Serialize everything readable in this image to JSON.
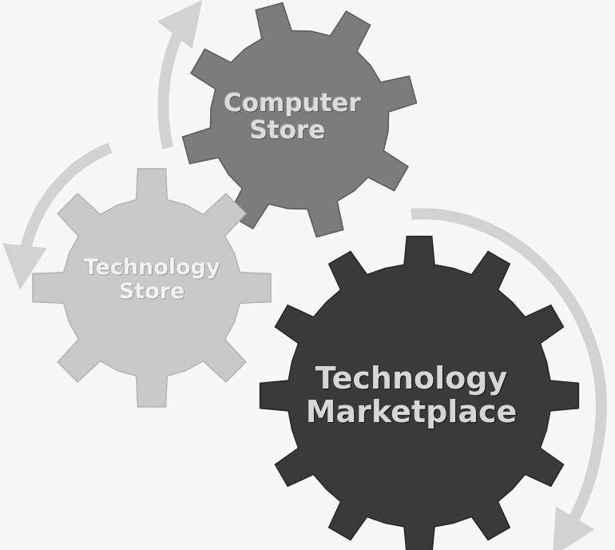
{
  "gears": [
    {
      "id": "computer-store",
      "lines": [
        "Computer",
        "Store"
      ],
      "fill": "#7c7c7c",
      "edge": "#5a5a5a"
    },
    {
      "id": "technology-store",
      "lines": [
        "Technology",
        "Store"
      ],
      "fill": "#c9c9c9",
      "edge": "#b3b3b3"
    },
    {
      "id": "technology-marketplace",
      "lines": [
        "Technology",
        "Marketplace"
      ],
      "fill": "#3a3a3a",
      "edge": "#262626"
    }
  ],
  "arrow_color": "#d2d2d2"
}
